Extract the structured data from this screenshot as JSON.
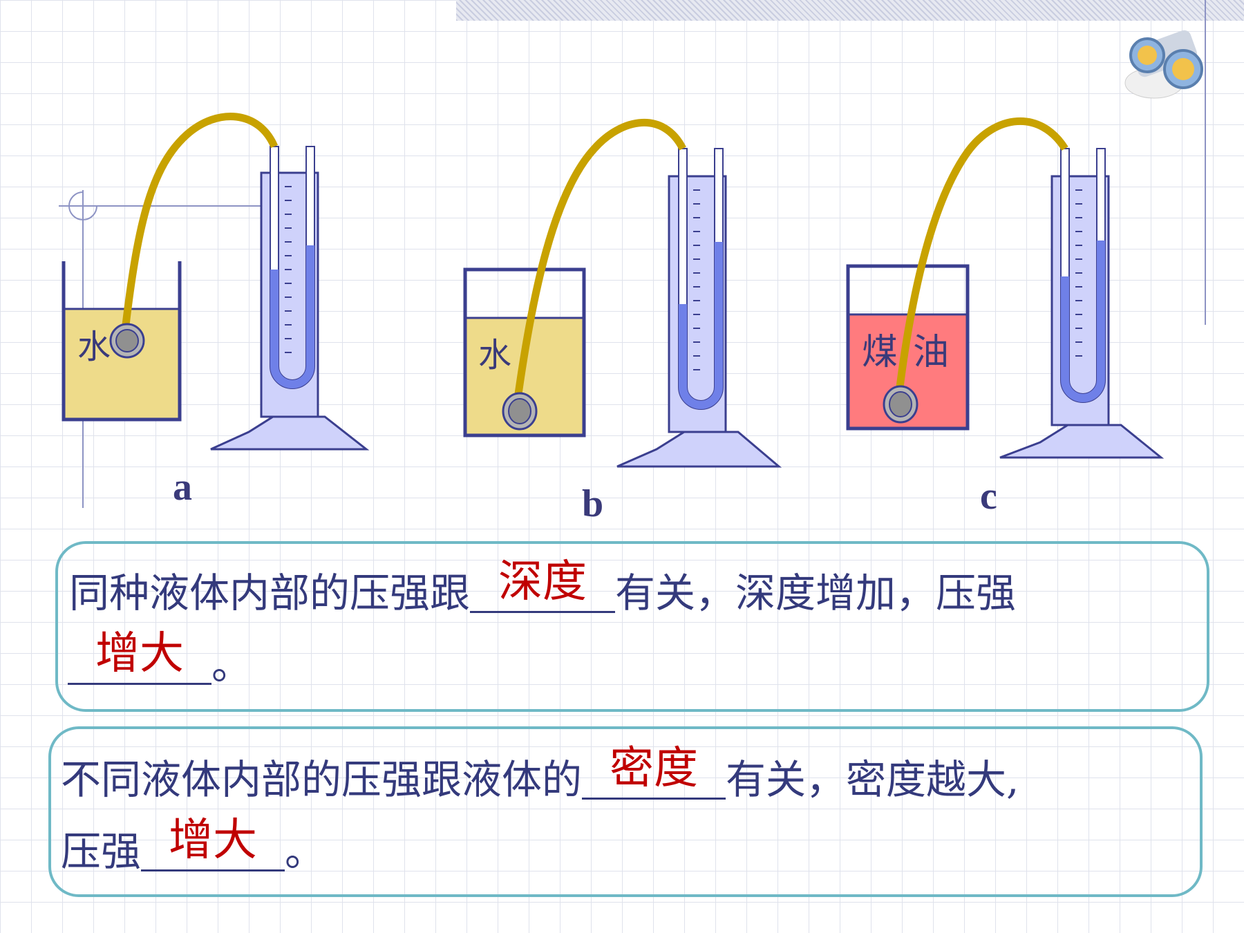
{
  "figure": {
    "labels": [
      "a",
      "b",
      "c"
    ],
    "liquids": [
      "水",
      "水",
      "煤油"
    ],
    "liquid_colors": [
      "#eedb8a",
      "#eedb8a",
      "#ff7b7e"
    ]
  },
  "box1": {
    "line1_pre": "同种液体内部的压强跟",
    "answer1": "深度",
    "line1_post": "有关，深度增加，压强",
    "answer2": "增大",
    "line2_post": "。"
  },
  "box2": {
    "line1_pre": "不同液体内部的压强跟液体的",
    "answer1": "密度",
    "line1_post": "有关，密度越大,",
    "line2_pre": "压强",
    "answer2": "增大",
    "line2_post": "。"
  },
  "colors": {
    "text": "#343a7c",
    "answer": "#c00000",
    "box_border": "#6fb9c6",
    "tube": "#c8a200",
    "manometer_liquid": "#6f80e8"
  }
}
